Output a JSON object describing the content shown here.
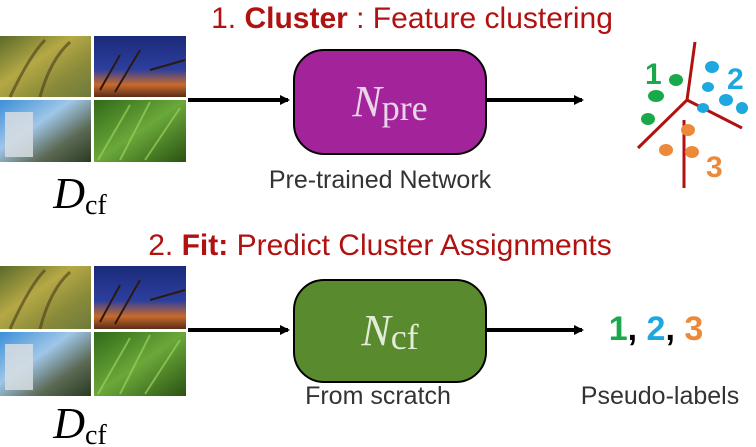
{
  "colors": {
    "title": "#b01212",
    "box_pre": "#a3239b",
    "box_cf": "#5a8a2e",
    "cluster1": "#19a84a",
    "cluster2": "#1ea8e0",
    "cluster3": "#ec8a3a",
    "divider": "#b01212",
    "arrow": "#000000"
  },
  "top": {
    "step_number": "1.",
    "step_keyword": "Cluster",
    "step_rest": ": Feature clustering",
    "dataset_symbol": "D",
    "dataset_subscript": "cf",
    "network_symbol": "N",
    "network_subscript": "pre",
    "network_caption": "Pre-trained Network",
    "cluster_labels": [
      "1",
      "2",
      "3"
    ]
  },
  "bottom": {
    "step_number": "2.",
    "step_keyword": "Fit:",
    "step_rest": " Predict Cluster Assignments",
    "dataset_symbol": "D",
    "dataset_subscript": "cf",
    "network_symbol": "N",
    "network_subscript": "cf",
    "network_caption": "From scratch",
    "pseudo_labels": [
      "1",
      "2",
      "3"
    ],
    "separator": ",",
    "output_caption": "Pseudo-labels"
  }
}
